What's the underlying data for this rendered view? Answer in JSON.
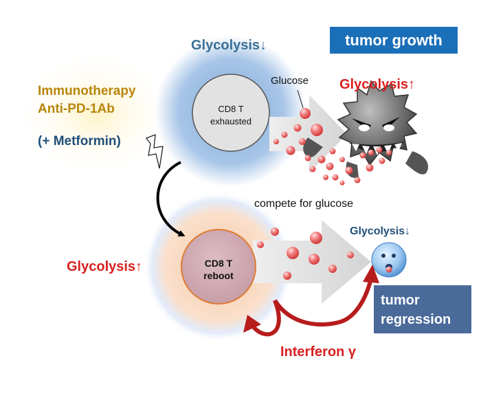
{
  "labels": {
    "glycolysis_down_top": "Glycolysis↓",
    "tumor_growth": "tumor growth",
    "glucose": "Glucose",
    "glycolysis_up_tumor": "Glycolysis↑",
    "immunotherapy": "Immunotherapy",
    "anti_pd1ab": "Anti-PD-1Ab",
    "metformin": "(+ Metformin)",
    "cd8_exhausted_line1": "CD8 T",
    "cd8_exhausted_line2": "exhausted",
    "compete_for_glucose": "compete for glucose",
    "glycolysis_down_small": "Glycolysis↓",
    "glycolysis_up_left": "Glycolysis↑",
    "cd8_reboot_line1": "CD8 T",
    "cd8_reboot_line2": "reboot",
    "tumor_regression_line1": "tumor",
    "tumor_regression_line2": "regression",
    "interferon": "Interferon γ"
  },
  "colors": {
    "blue_title": "#3a6f95",
    "red": "#d81f1f",
    "gold": "#b8860b",
    "navy": "#1f4e79",
    "tumor_growth_box": "#1a6fb8",
    "tumor_regression_box": "#4a6a9a"
  },
  "icons": [
    "lightning-bolt-icon",
    "monster-tumor-icon",
    "small-tumor-icon",
    "glucose-particle-icon"
  ]
}
